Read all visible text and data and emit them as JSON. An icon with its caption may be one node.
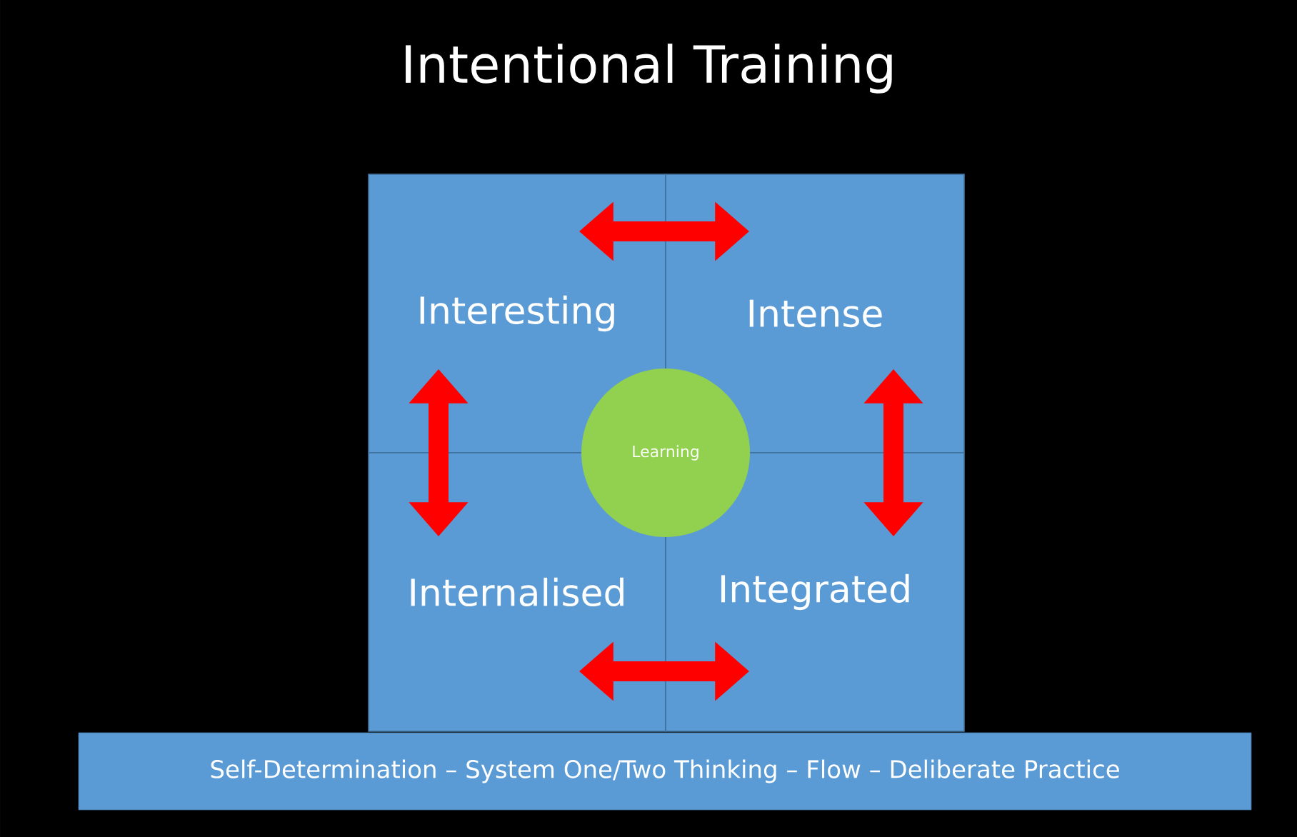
{
  "diagram": {
    "title": "Intentional Training",
    "nodes": [
      {
        "text": [
          "Interesting"
        ]
      },
      {
        "text": [
          "Intense"
        ]
      },
      {
        "text": [
          "Internalised"
        ]
      },
      {
        "text": [
          "Integrated"
        ]
      },
      {
        "text": [
          "Learning"
        ]
      },
      {
        "text": [
          "Self-Determination – System One/Two Thinking – Flow – Deliberate Practice"
        ]
      }
    ],
    "edges": [
      {
        "from": 0,
        "to": 1,
        "arrow": "both"
      },
      {
        "from": 0,
        "to": 2,
        "arrow": "both"
      },
      {
        "from": 1,
        "to": 3,
        "arrow": "both"
      },
      {
        "from": 2,
        "to": 3,
        "arrow": "both"
      }
    ]
  }
}
